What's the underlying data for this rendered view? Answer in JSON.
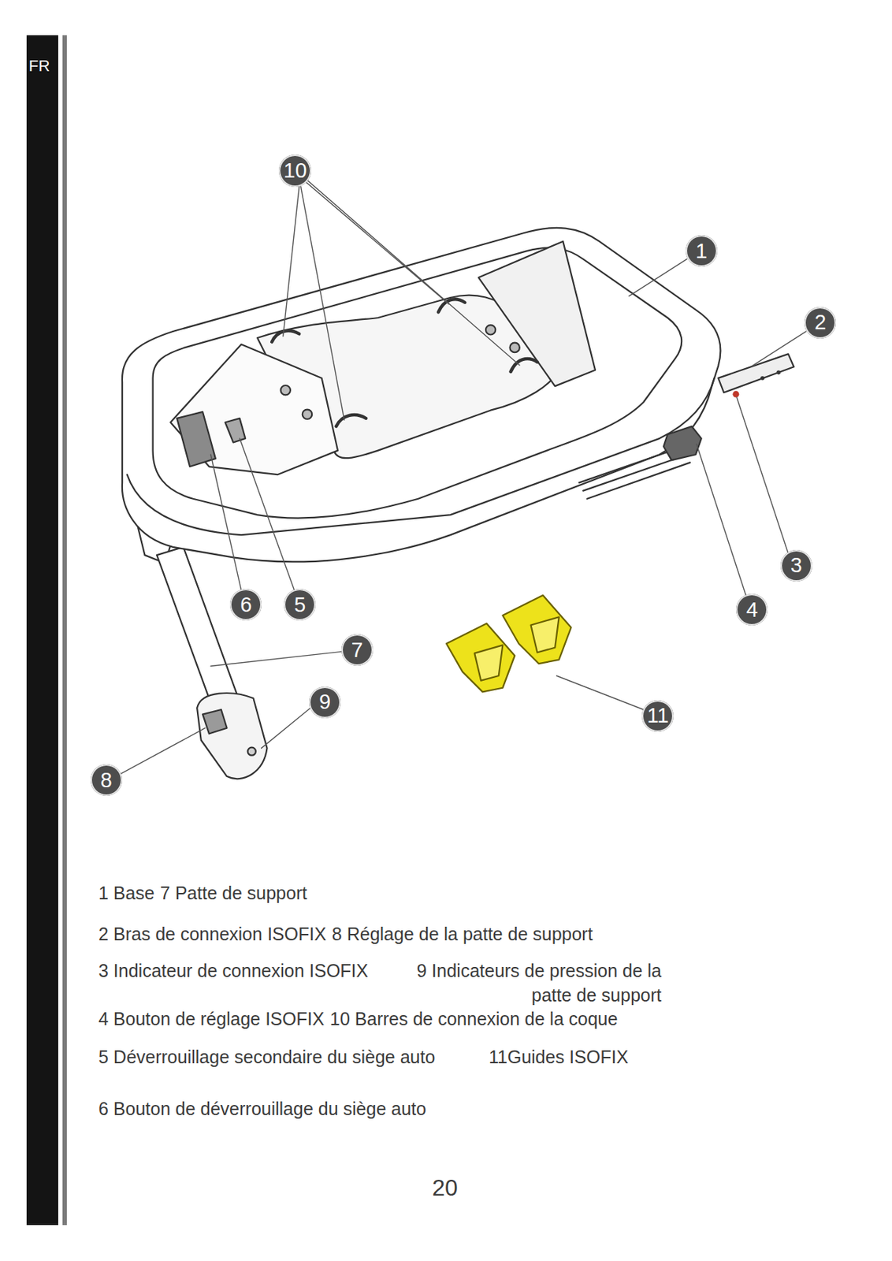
{
  "diagram": {
    "nodes": [
      {
        "text": [
          "10"
        ]
      },
      {
        "text": [
          "1"
        ]
      },
      {
        "text": [
          "2"
        ]
      },
      {
        "text": [
          "3"
        ]
      },
      {
        "text": [
          "4"
        ]
      },
      {
        "text": [
          "6"
        ]
      },
      {
        "text": [
          "5"
        ]
      },
      {
        "text": [
          "7"
        ]
      },
      {
        "text": [
          "9"
        ]
      },
      {
        "text": [
          "8"
        ]
      },
      {
        "text": [
          "11"
        ]
      }
    ],
    "labels": [
      "FR",
      "1 Base",
      "7 Patte de support",
      "2 Bras de connexion ISOFIX",
      "8 Réglage de la patte de support",
      "3 Indicateur de connexion ISOFIX",
      "9 Indicateurs de pression de la patte de support",
      "4 Bouton de réglage ISOFIX",
      "10 Barres de connexion de la coque",
      "5 Déverrouillage secondaire du siège auto",
      "11Guides ISOFIX",
      "6 Bouton de déverrouillage du siège auto",
      "20"
    ]
  }
}
